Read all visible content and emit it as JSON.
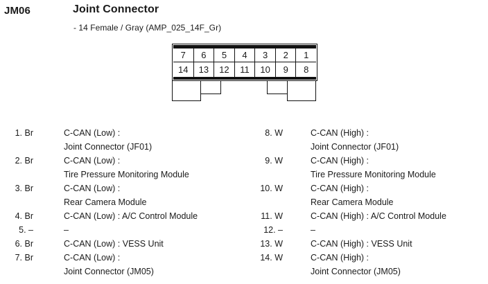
{
  "header": {
    "code": "JM06",
    "title": "Joint Connector",
    "subtitle": "- 14 Female / Gray (AMP_025_14F_Gr)"
  },
  "connector_diagram": {
    "top_row": [
      "7",
      "6",
      "5",
      "4",
      "3",
      "2",
      "1"
    ],
    "bottom_row": [
      "14",
      "13",
      "12",
      "11",
      "10",
      "9",
      "8"
    ],
    "outline_color": "#111111"
  },
  "pin_list": {
    "left_column": [
      {
        "pin": "1. Br",
        "lines": [
          "C-CAN (Low) :",
          "Joint Connector (JF01)"
        ]
      },
      {
        "pin": "2. Br",
        "lines": [
          "C-CAN (Low) :",
          "Tire Pressure Monitoring Module"
        ]
      },
      {
        "pin": "3. Br",
        "lines": [
          "C-CAN (Low) :",
          "Rear Camera Module"
        ]
      },
      {
        "pin": "4. Br",
        "lines": [
          "C-CAN (Low) : A/C Control Module"
        ]
      },
      {
        "pin": "5. –",
        "lines": [
          "–"
        ]
      },
      {
        "pin": "6. Br",
        "lines": [
          "C-CAN (Low) : VESS Unit"
        ]
      },
      {
        "pin": "7. Br",
        "lines": [
          "C-CAN (Low) :",
          "Joint Connector (JM05)"
        ]
      }
    ],
    "right_column": [
      {
        "pin": "8. W",
        "lines": [
          "C-CAN (High) :",
          "Joint Connector (JF01)"
        ]
      },
      {
        "pin": "9. W",
        "lines": [
          "C-CAN (High) :",
          "Tire Pressure Monitoring Module"
        ]
      },
      {
        "pin": "10. W",
        "lines": [
          "C-CAN (High) :",
          "Rear Camera Module"
        ]
      },
      {
        "pin": "11. W",
        "lines": [
          "C-CAN (High) : A/C Control Module"
        ]
      },
      {
        "pin": "12. –",
        "lines": [
          "–"
        ]
      },
      {
        "pin": "13. W",
        "lines": [
          "C-CAN (High) : VESS Unit"
        ]
      },
      {
        "pin": "14. W",
        "lines": [
          "C-CAN (High) :",
          "Joint Connector (JM05)"
        ]
      }
    ]
  }
}
